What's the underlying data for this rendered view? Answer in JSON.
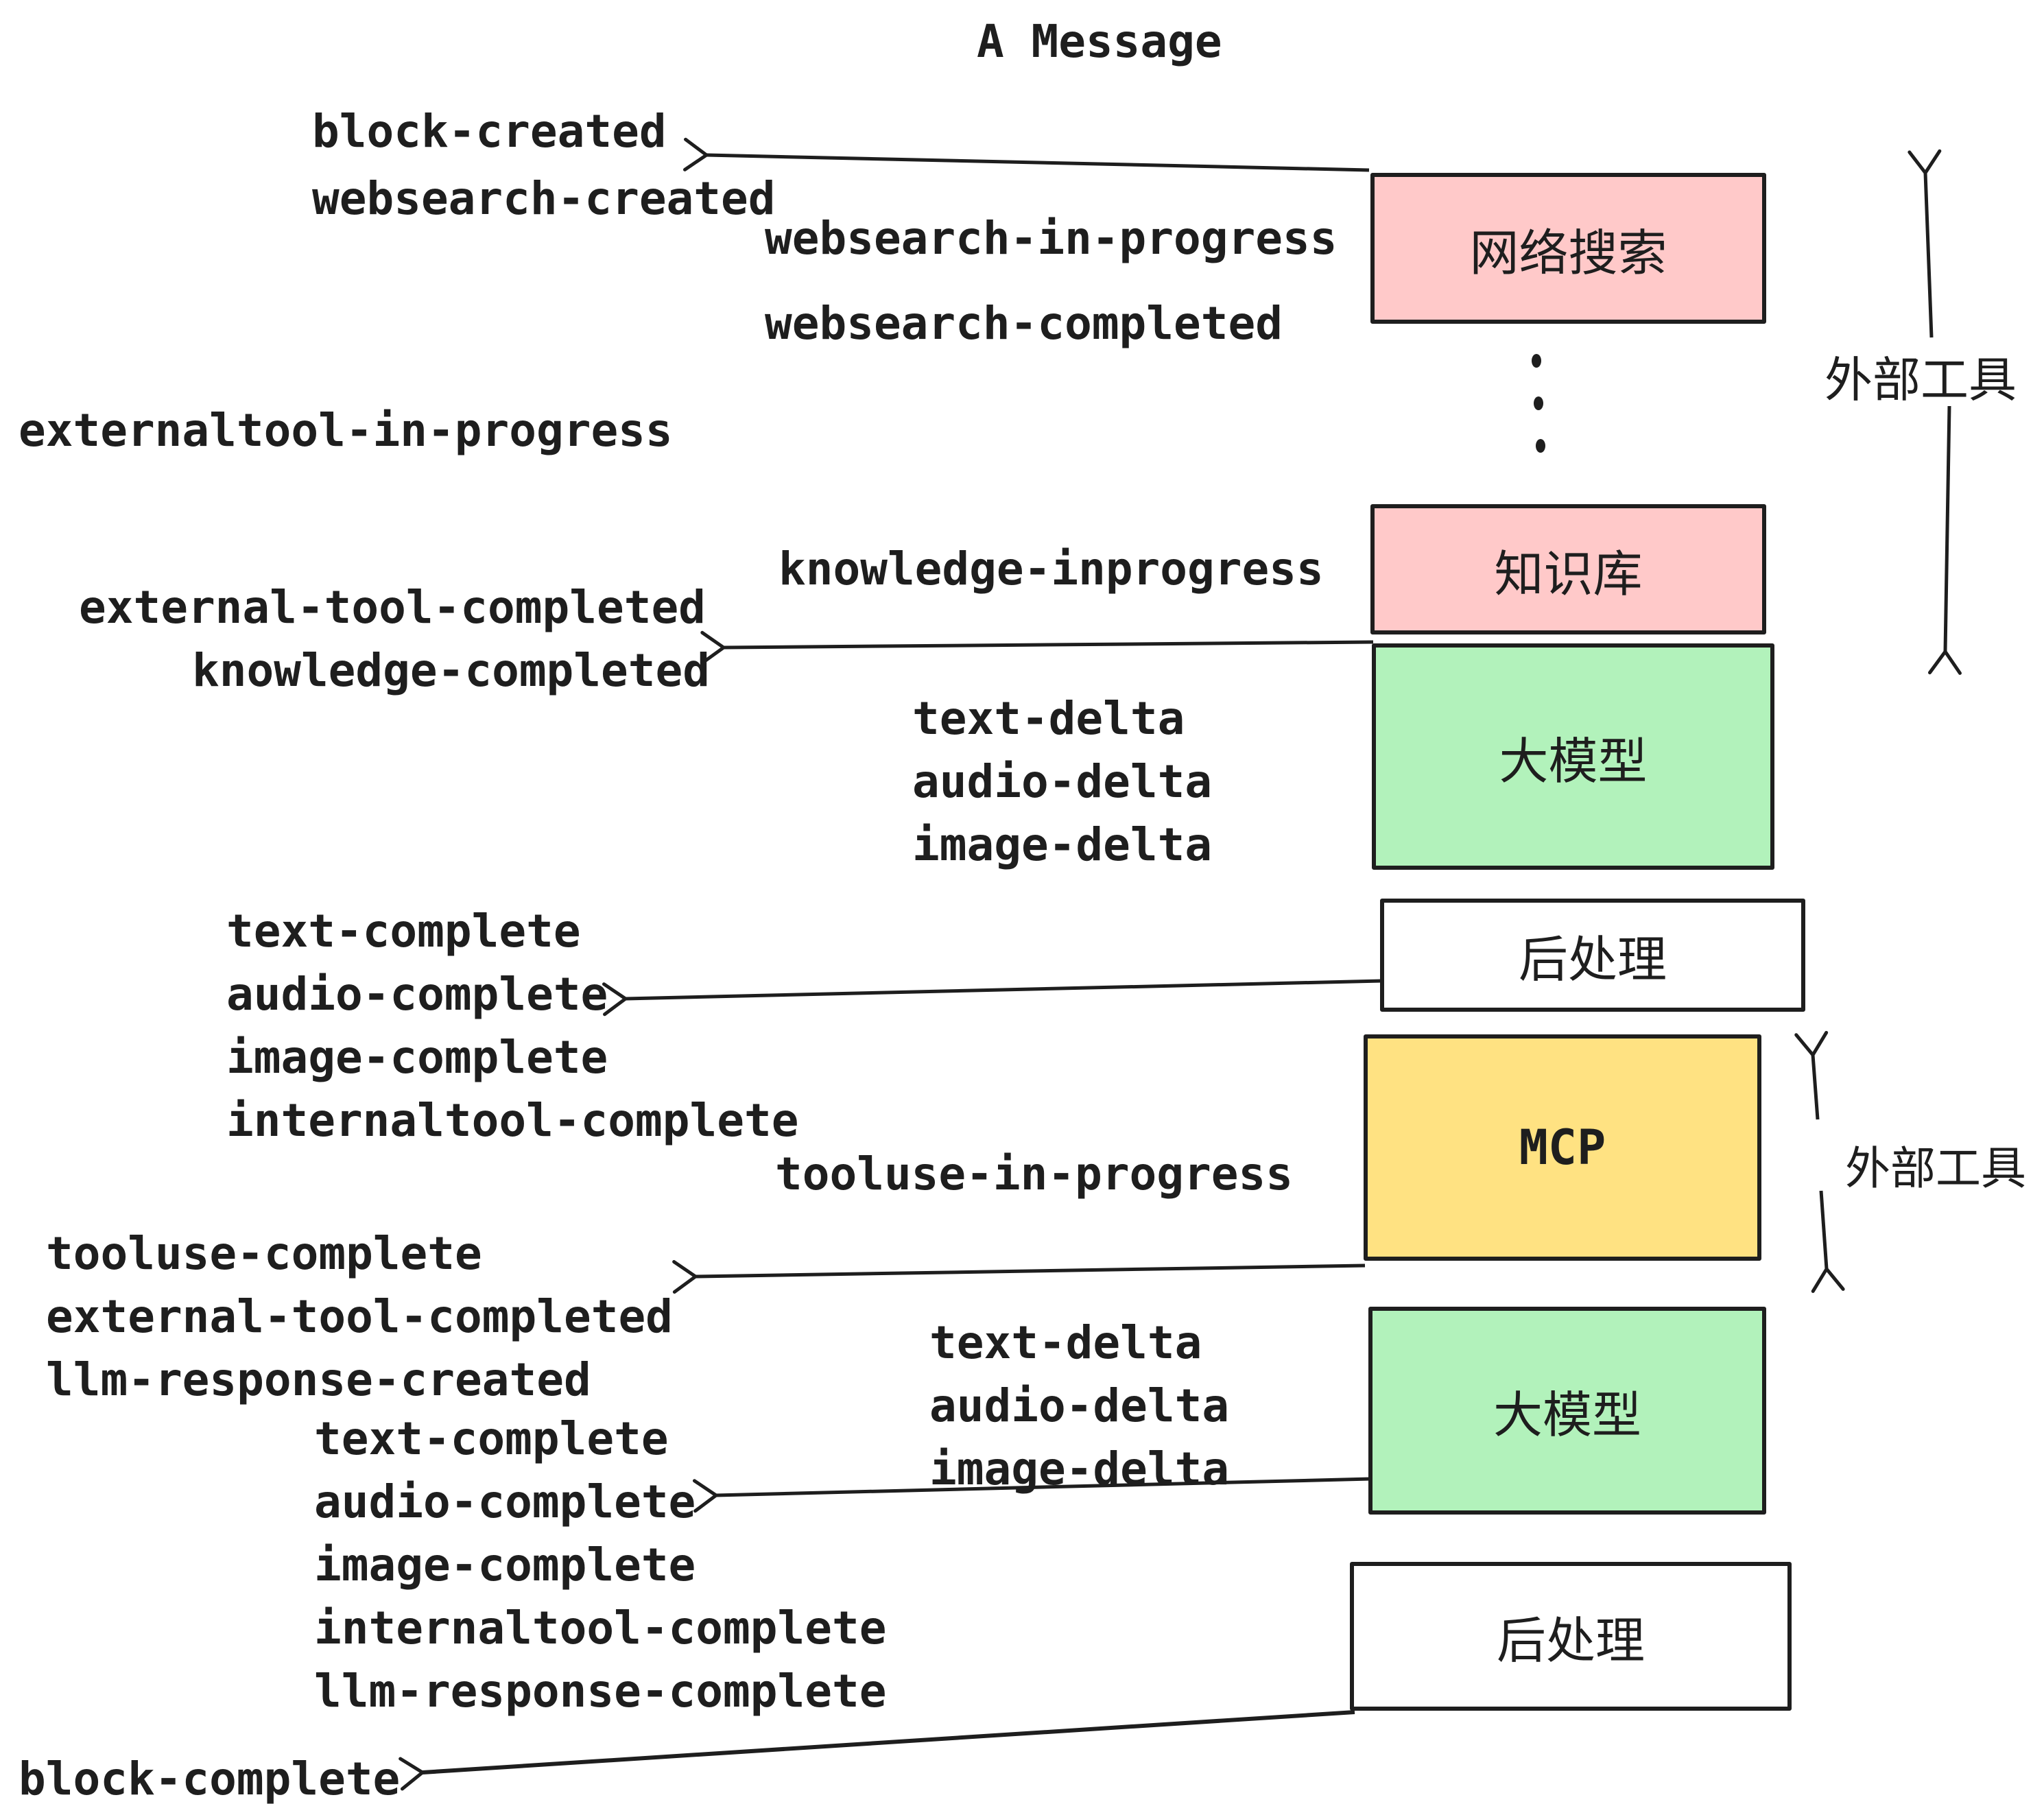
{
  "title": "A Message",
  "boxes": {
    "websearch": {
      "label": "网络搜索",
      "fill": "#ffc9c9"
    },
    "knowledge": {
      "label": "知识库",
      "fill": "#ffc9c9"
    },
    "llm1": {
      "label": "大模型",
      "fill": "#b2f2bb"
    },
    "post1": {
      "label": "后处理",
      "fill": "#ffffff"
    },
    "mcp": {
      "label": "MCP",
      "fill": "#ffe282"
    },
    "llm2": {
      "label": "大模型",
      "fill": "#b2f2bb"
    },
    "post2": {
      "label": "后处理",
      "fill": "#ffffff"
    }
  },
  "events": {
    "block_created": "block-created",
    "websearch_created": "websearch-created",
    "websearch_in_progress": "websearch-in-progress",
    "websearch_completed": "websearch-completed",
    "externaltool_in_progress": "externaltool-in-progress",
    "knowledge_inprogress": "knowledge-inprogress",
    "external_tool_completed": "external-tool-completed",
    "knowledge_completed": "knowledge-completed",
    "text_delta": "text-delta",
    "audio_delta": "audio-delta",
    "image_delta": "image-delta",
    "text_complete": "text-complete",
    "audio_complete": "audio-complete",
    "image_complete": "image-complete",
    "internaltool_complete": "internaltool-complete",
    "tooluse_in_progress": "tooluse-in-progress",
    "tooluse_complete": "tooluse-complete",
    "llm_response_created": "llm-response-created",
    "llm_response_complete": "llm-response-complete",
    "block_complete": "block-complete"
  },
  "side": {
    "external_tools_top": "外部工具",
    "external_tools_mid": "外部工具"
  },
  "colors": {
    "box_pink": "#ffc9c9",
    "box_green": "#b2f2bb",
    "box_yellow": "#ffe282",
    "box_white": "#ffffff",
    "ink": "#1e1e1e"
  }
}
